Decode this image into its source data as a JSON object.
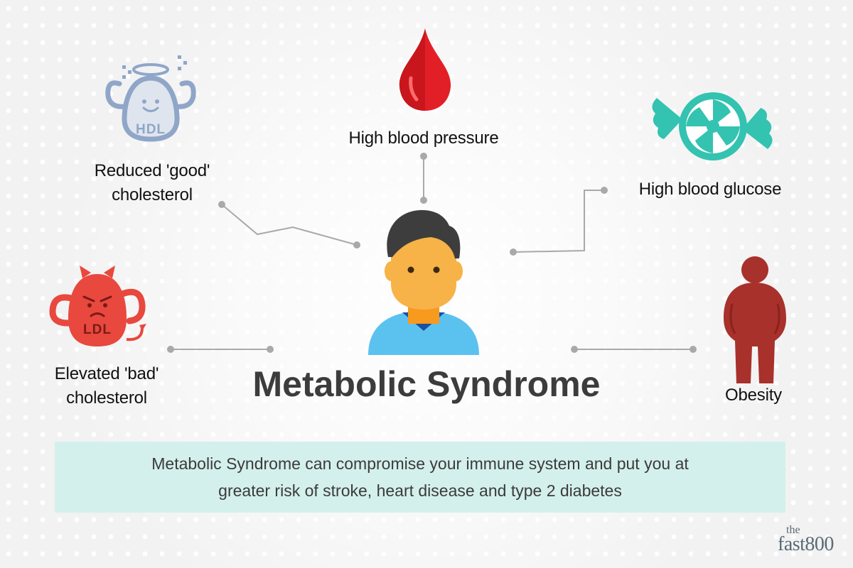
{
  "title": "Metabolic Syndrome",
  "factors": {
    "hdl": {
      "line1": "Reduced 'good'",
      "line2": "cholesterol",
      "icon": "hdl-angel-icon",
      "icon_text": "HDL"
    },
    "blood_pressure": {
      "label": "High blood pressure",
      "icon": "blood-drop-icon"
    },
    "glucose": {
      "label": "High blood glucose",
      "icon": "candy-icon"
    },
    "ldl": {
      "line1": "Elevated 'bad'",
      "line2": "cholesterol",
      "icon": "ldl-devil-icon",
      "icon_text": "LDL"
    },
    "obesity": {
      "label": "Obesity",
      "icon": "obese-figure-icon"
    }
  },
  "center_icon": "person-icon",
  "banner": {
    "line1": "Metabolic Syndrome can compromise your immune system and put you at",
    "line2": "greater risk of stroke, heart disease and type 2 diabetes"
  },
  "logo": {
    "top": "the",
    "main": "fast800"
  },
  "colors": {
    "connector": "#a9a9a9",
    "hdl_icon": "#8fa6c8",
    "ldl_icon": "#e8483e",
    "blood_drop": "#e21f26",
    "candy": "#33c3b0",
    "obesity_icon": "#a8312b",
    "banner_bg": "#d4f0ec",
    "title": "#3c3c3c"
  }
}
